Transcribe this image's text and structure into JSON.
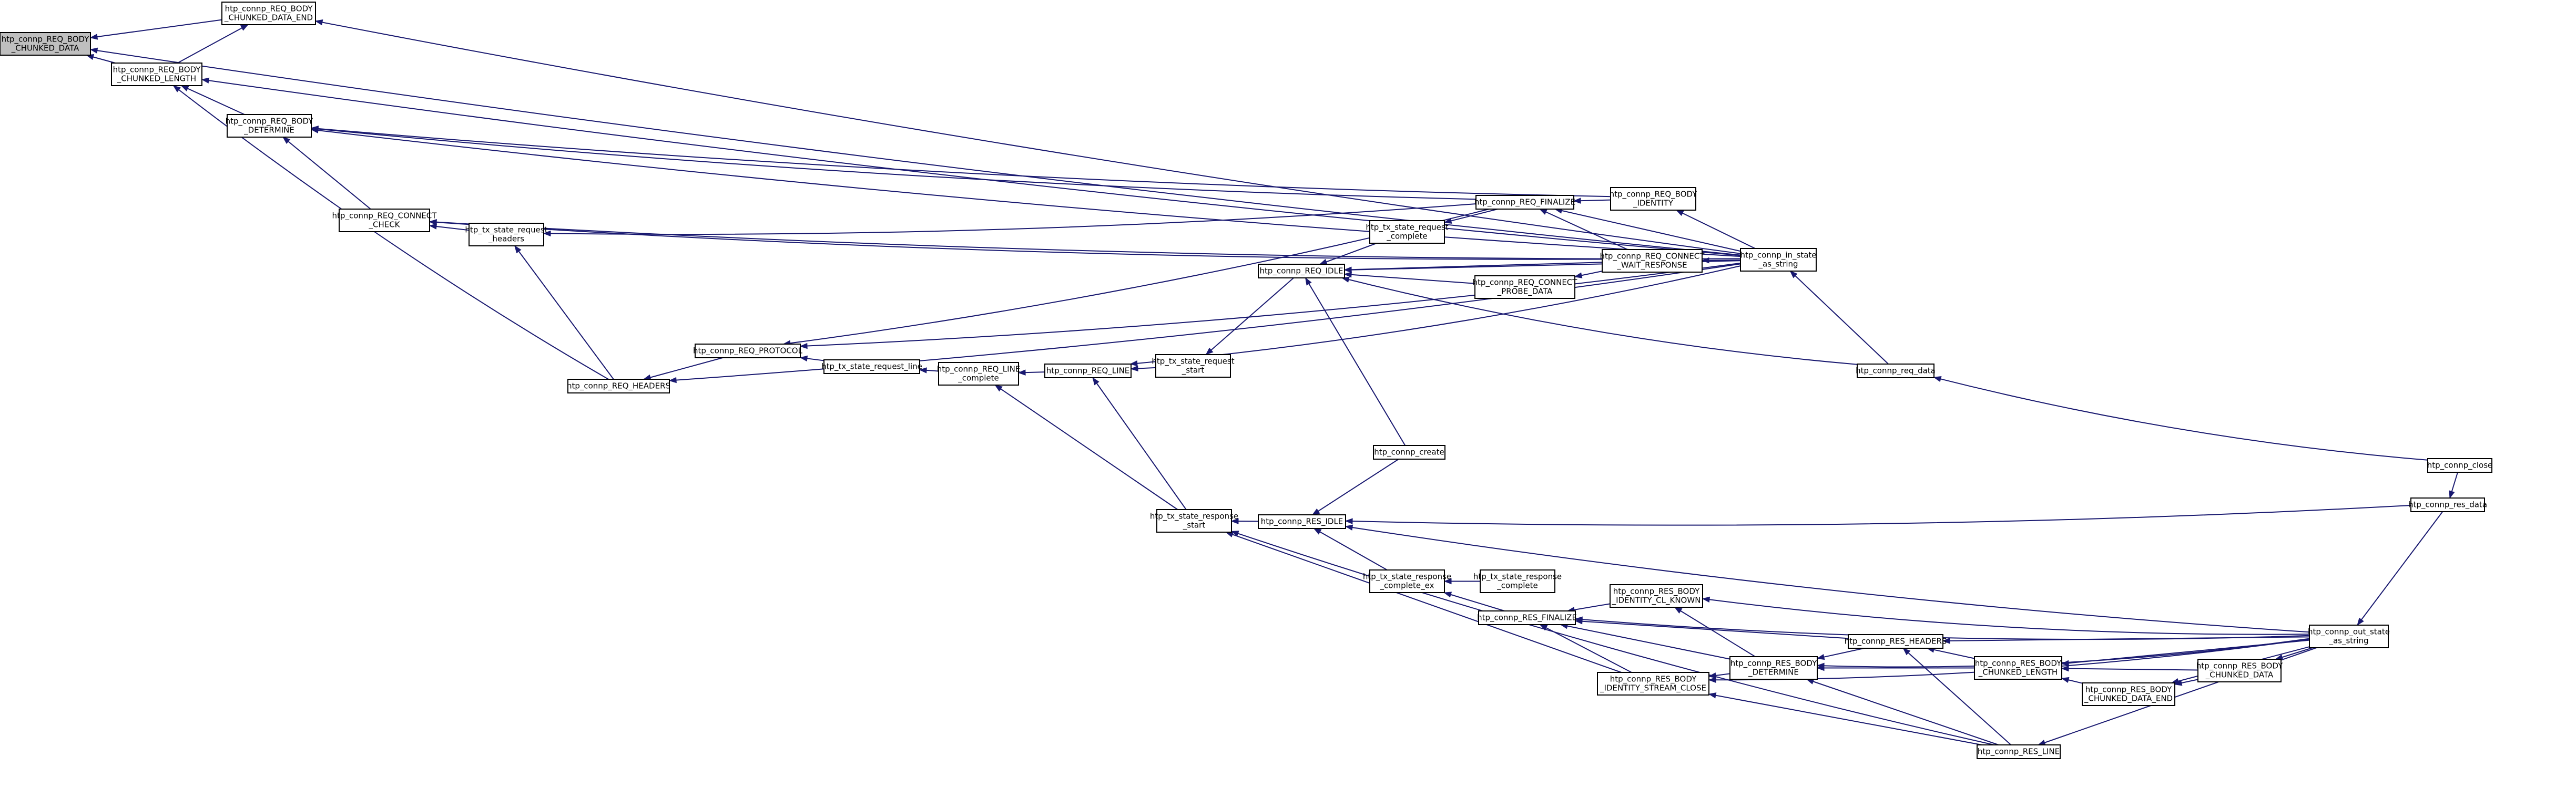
{
  "graph": {
    "edge_color": "#191970",
    "node_fill": "#ffffff",
    "current_node_fill": "#bfbfbf",
    "nodes": [
      {
        "id": "req_chunked_data",
        "lines": [
          "htp_connp_REQ_BODY",
          "_CHUNKED_DATA"
        ],
        "current": true
      },
      {
        "id": "req_chunked_data_end",
        "lines": [
          "htp_connp_REQ_BODY",
          "_CHUNKED_DATA_END"
        ]
      },
      {
        "id": "req_chunked_length",
        "lines": [
          "htp_connp_REQ_BODY",
          "_CHUNKED_LENGTH"
        ]
      },
      {
        "id": "req_determine",
        "lines": [
          "htp_connp_REQ_BODY",
          "_DETERMINE"
        ]
      },
      {
        "id": "req_connect_check",
        "lines": [
          "htp_connp_REQ_CONNECT",
          "_CHECK"
        ]
      },
      {
        "id": "tx_state_request_headers",
        "lines": [
          "htp_tx_state_request",
          "_headers"
        ]
      },
      {
        "id": "req_headers",
        "lines": [
          "htp_connp_REQ_HEADERS"
        ]
      },
      {
        "id": "req_protocol",
        "lines": [
          "htp_connp_REQ_PROTOCOL"
        ]
      },
      {
        "id": "tx_state_request_line",
        "lines": [
          "htp_tx_state_request_line"
        ]
      },
      {
        "id": "req_line_complete",
        "lines": [
          "htp_connp_REQ_LINE",
          "_complete"
        ]
      },
      {
        "id": "req_line",
        "lines": [
          "htp_connp_REQ_LINE"
        ]
      },
      {
        "id": "tx_state_request_start",
        "lines": [
          "htp_tx_state_request",
          "_start"
        ]
      },
      {
        "id": "req_idle",
        "lines": [
          "htp_connp_REQ_IDLE"
        ]
      },
      {
        "id": "tx_state_request_complete",
        "lines": [
          "htp_tx_state_request",
          "_complete"
        ]
      },
      {
        "id": "req_finalize",
        "lines": [
          "htp_connp_REQ_FINALIZE"
        ]
      },
      {
        "id": "req_body_identity",
        "lines": [
          "htp_connp_REQ_BODY",
          "_IDENTITY"
        ]
      },
      {
        "id": "req_connect_wait_response",
        "lines": [
          "htp_connp_REQ_CONNECT",
          "_WAIT_RESPONSE"
        ]
      },
      {
        "id": "req_connect_probe_data",
        "lines": [
          "htp_connp_REQ_CONNECT",
          "_PROBE_DATA"
        ]
      },
      {
        "id": "in_state_as_string",
        "lines": [
          "htp_connp_in_state",
          "_as_string"
        ]
      },
      {
        "id": "req_data",
        "lines": [
          "htp_connp_req_data"
        ]
      },
      {
        "id": "connp_close",
        "lines": [
          "htp_connp_close"
        ]
      },
      {
        "id": "connp_create",
        "lines": [
          "htp_connp_create"
        ]
      },
      {
        "id": "tx_state_response_start",
        "lines": [
          "htp_tx_state_response",
          "_start"
        ]
      },
      {
        "id": "res_idle",
        "lines": [
          "htp_connp_RES_IDLE"
        ]
      },
      {
        "id": "res_data",
        "lines": [
          "htp_connp_res_data"
        ]
      },
      {
        "id": "tx_state_response_complete_ex",
        "lines": [
          "htp_tx_state_response",
          "_complete_ex"
        ]
      },
      {
        "id": "tx_state_response_complete",
        "lines": [
          "htp_tx_state_response",
          "_complete"
        ]
      },
      {
        "id": "res_finalize",
        "lines": [
          "htp_connp_RES_FINALIZE"
        ]
      },
      {
        "id": "res_identity_cl_known",
        "lines": [
          "htp_connp_RES_BODY",
          "_IDENTITY_CL_KNOWN"
        ]
      },
      {
        "id": "res_headers",
        "lines": [
          "htp_connp_RES_HEADERS"
        ]
      },
      {
        "id": "res_determine",
        "lines": [
          "htp_connp_RES_BODY",
          "_DETERMINE"
        ]
      },
      {
        "id": "res_identity_stream_close",
        "lines": [
          "htp_connp_RES_BODY",
          "_IDENTITY_STREAM_CLOSE"
        ]
      },
      {
        "id": "res_chunked_length",
        "lines": [
          "htp_connp_RES_BODY",
          "_CHUNKED_LENGTH"
        ]
      },
      {
        "id": "res_chunked_data",
        "lines": [
          "htp_connp_RES_BODY",
          "_CHUNKED_DATA"
        ]
      },
      {
        "id": "res_chunked_data_end",
        "lines": [
          "htp_connp_RES_BODY",
          "_CHUNKED_DATA_END"
        ]
      },
      {
        "id": "out_state_as_string",
        "lines": [
          "htp_connp_out_state",
          "_as_string"
        ]
      },
      {
        "id": "res_line",
        "lines": [
          "htp_connp_RES_LINE"
        ]
      }
    ],
    "edges": [
      [
        "req_chunked_data",
        "req_chunked_data_end"
      ],
      [
        "req_chunked_data",
        "in_state_as_string"
      ],
      [
        "req_chunked_data",
        "req_chunked_length"
      ],
      [
        "req_chunked_data_end",
        "in_state_as_string"
      ],
      [
        "req_chunked_data_end",
        "req_chunked_length"
      ],
      [
        "req_chunked_length",
        "in_state_as_string"
      ],
      [
        "req_chunked_length",
        "req_determine"
      ],
      [
        "req_chunked_length",
        "req_headers"
      ],
      [
        "req_determine",
        "in_state_as_string"
      ],
      [
        "req_determine",
        "req_connect_check"
      ],
      [
        "req_determine",
        "req_finalize"
      ],
      [
        "req_determine",
        "req_body_identity"
      ],
      [
        "req_connect_check",
        "in_state_as_string"
      ],
      [
        "req_connect_check",
        "req_connect_wait_response"
      ],
      [
        "req_connect_check",
        "tx_state_request_headers"
      ],
      [
        "tx_state_request_headers",
        "req_finalize"
      ],
      [
        "tx_state_request_headers",
        "req_headers"
      ],
      [
        "req_headers",
        "in_state_as_string"
      ],
      [
        "req_headers",
        "req_protocol"
      ],
      [
        "req_protocol",
        "req_finalize"
      ],
      [
        "req_protocol",
        "in_state_as_string"
      ],
      [
        "req_protocol",
        "tx_state_request_line"
      ],
      [
        "tx_state_request_line",
        "req_line_complete"
      ],
      [
        "req_line_complete",
        "req_line"
      ],
      [
        "req_line_complete",
        "tx_state_response_start"
      ],
      [
        "req_line",
        "in_state_as_string"
      ],
      [
        "req_line",
        "tx_state_request_start"
      ],
      [
        "req_line",
        "tx_state_response_start"
      ],
      [
        "tx_state_request_start",
        "req_idle"
      ],
      [
        "req_idle",
        "in_state_as_string"
      ],
      [
        "req_idle",
        "tx_state_request_complete"
      ],
      [
        "req_idle",
        "req_connect_probe_data"
      ],
      [
        "req_idle",
        "req_connect_wait_response"
      ],
      [
        "req_idle",
        "req_data"
      ],
      [
        "req_idle",
        "connp_create"
      ],
      [
        "tx_state_request_complete",
        "req_finalize"
      ],
      [
        "req_finalize",
        "in_state_as_string"
      ],
      [
        "req_finalize",
        "req_body_identity"
      ],
      [
        "req_finalize",
        "req_connect_wait_response"
      ],
      [
        "req_body_identity",
        "in_state_as_string"
      ],
      [
        "req_connect_probe_data",
        "req_connect_wait_response"
      ],
      [
        "req_connect_wait_response",
        "in_state_as_string"
      ],
      [
        "in_state_as_string",
        "req_data"
      ],
      [
        "req_data",
        "connp_close"
      ],
      [
        "tx_state_response_start",
        "res_idle"
      ],
      [
        "tx_state_response_start",
        "res_identity_stream_close"
      ],
      [
        "tx_state_response_start",
        "res_line"
      ],
      [
        "res_idle",
        "connp_create"
      ],
      [
        "res_idle",
        "res_data"
      ],
      [
        "res_idle",
        "out_state_as_string"
      ],
      [
        "res_idle",
        "tx_state_response_complete_ex"
      ],
      [
        "res_data",
        "connp_close"
      ],
      [
        "out_state_as_string",
        "res_data"
      ],
      [
        "tx_state_response_complete_ex",
        "tx_state_response_complete"
      ],
      [
        "tx_state_response_complete_ex",
        "res_finalize"
      ],
      [
        "res_finalize",
        "res_identity_cl_known"
      ],
      [
        "res_finalize",
        "res_headers"
      ],
      [
        "res_finalize",
        "res_determine"
      ],
      [
        "res_finalize",
        "res_identity_stream_close"
      ],
      [
        "res_finalize",
        "out_state_as_string"
      ],
      [
        "res_identity_cl_known",
        "res_determine"
      ],
      [
        "res_identity_cl_known",
        "out_state_as_string"
      ],
      [
        "res_headers",
        "res_chunked_length"
      ],
      [
        "res_headers",
        "res_line"
      ],
      [
        "res_headers",
        "out_state_as_string"
      ],
      [
        "res_determine",
        "res_headers"
      ],
      [
        "res_determine",
        "res_chunked_length"
      ],
      [
        "res_determine",
        "res_line"
      ],
      [
        "res_determine",
        "out_state_as_string"
      ],
      [
        "res_identity_stream_close",
        "res_determine"
      ],
      [
        "res_identity_stream_close",
        "res_line"
      ],
      [
        "res_identity_stream_close",
        "out_state_as_string"
      ],
      [
        "res_chunked_length",
        "res_chunked_data"
      ],
      [
        "res_chunked_length",
        "res_chunked_data_end"
      ],
      [
        "res_chunked_length",
        "out_state_as_string"
      ],
      [
        "res_chunked_data",
        "out_state_as_string"
      ],
      [
        "res_chunked_data_end",
        "res_chunked_data"
      ],
      [
        "res_chunked_data_end",
        "out_state_as_string"
      ],
      [
        "res_line",
        "out_state_as_string"
      ]
    ]
  }
}
